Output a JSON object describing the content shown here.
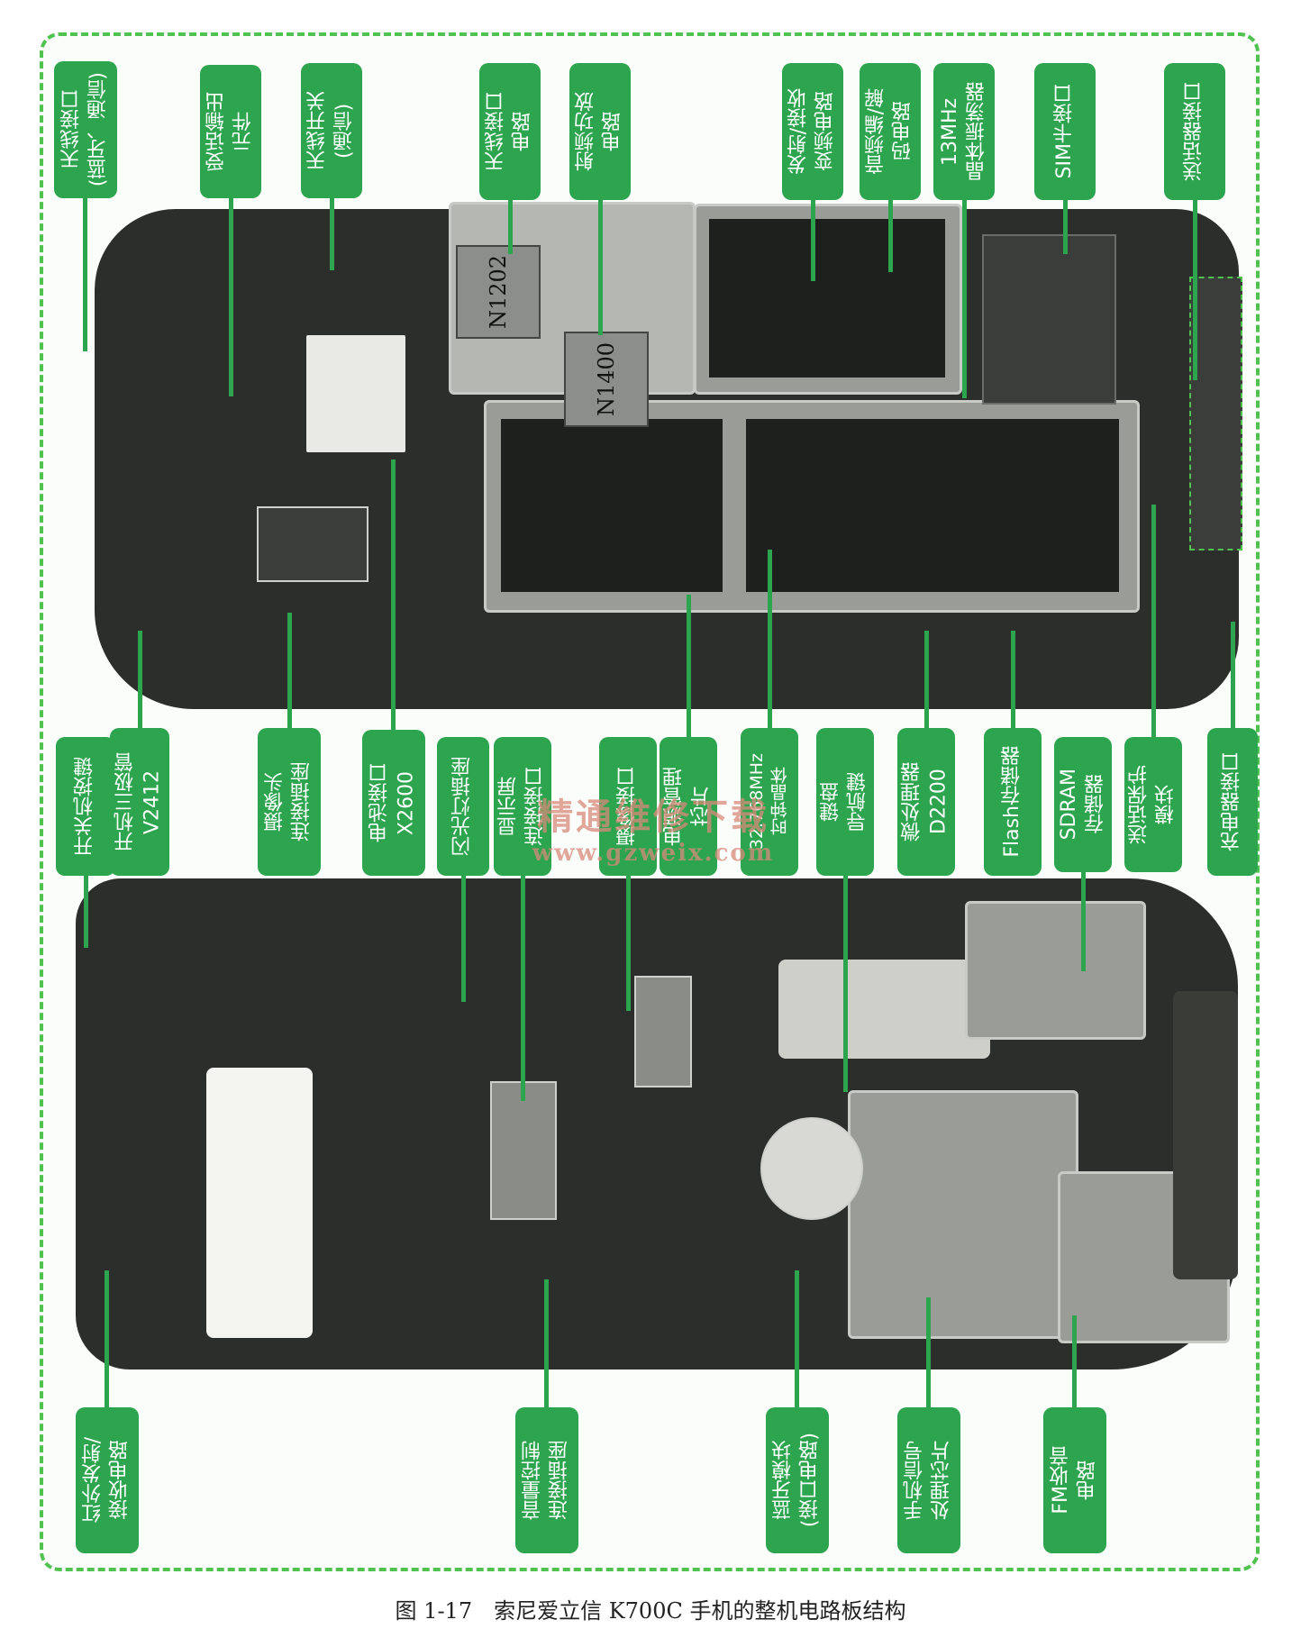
{
  "chips": {
    "n1202": "N1202",
    "n1400": "N1400"
  },
  "top_labels": [
    "天线接口\n(蓝牙、通信)",
    "受话输出\n元件",
    "天线开关\n(通信)",
    "天线接口\n电路",
    "射频功放\n电路",
    "发射/接收\n变频电路",
    "音频编/解\n码电路",
    "13MHz\n晶体振荡器",
    "SIM卡接口",
    "送话器接口"
  ],
  "middle_labels": [
    "开关机按键",
    "开机三极管\nV2412",
    "摄像头\n连接插座",
    "电池接口\nX2600",
    "闪光灯插座",
    "显示屏\n连接接口",
    "摄像接口",
    "电源管理\n芯片",
    "32.768MHz\n时钟晶体",
    "键盘\n导航键",
    "微处理器\nD2200",
    "Flash存储器",
    "SDRAM\n存储器",
    "送话保护\n模块",
    "充电器接口"
  ],
  "bottom_labels": [
    "红外发射/\n接收电路",
    "音量控制\n连接插座",
    "蓝牙模块\n(接口电路)",
    "手机信号\n处理芯片",
    "FM收音\n电路"
  ],
  "watermark": {
    "title": "精通维修下载",
    "url": "www.gzweix.com"
  },
  "caption": "图 1-17　索尼爱立信 K700C 手机的整机电路板结构"
}
